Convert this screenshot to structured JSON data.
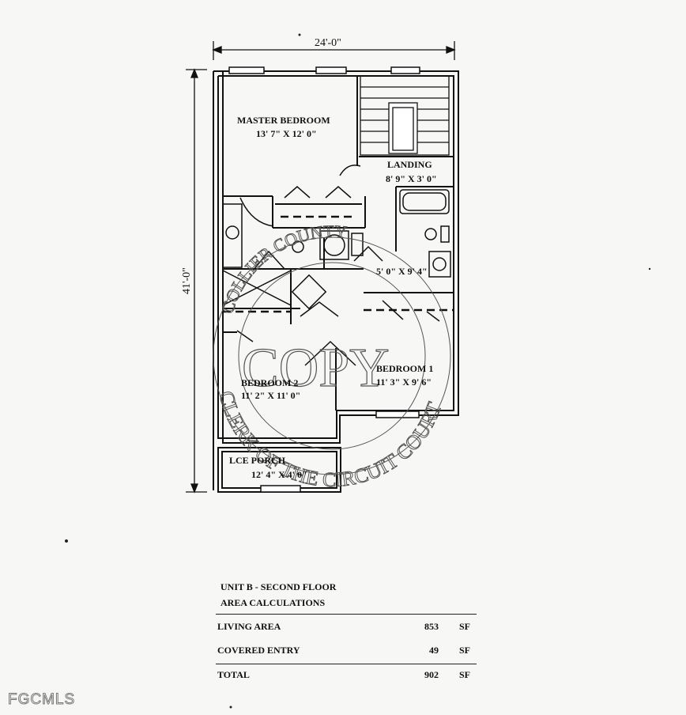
{
  "dimensions": {
    "width_label": "24'-0\"",
    "height_label": "41'-0\""
  },
  "rooms": {
    "master": {
      "name": "MASTER BEDROOM",
      "size": "13' 7\" X 12' 0\""
    },
    "landing": {
      "name": "LANDING",
      "size": "8' 9\" X 3' 0\""
    },
    "bath": {
      "size": "5' 0\" X 9' 4\""
    },
    "bedroom1": {
      "name": "BEDROOM 1",
      "size": "11' 3\" X 9' 6\""
    },
    "bedroom2": {
      "name": "BEDROOM 2",
      "size": "11' 2\" X 11' 0\""
    },
    "porch": {
      "name": "LCE PORCH",
      "size": "12' 4\" X 4' 0\""
    }
  },
  "stamp": {
    "center": "COPY",
    "top_arc": "COLLIER COUNTY",
    "bottom_arc": "CLERK OF THE CIRCUIT COURT"
  },
  "areas": {
    "title": "UNIT B - SECOND FLOOR",
    "subtitle": "AREA CALCULATIONS",
    "rows": [
      {
        "name": "LIVING AREA",
        "value": "853",
        "unit": "SF"
      },
      {
        "name": "COVERED ENTRY",
        "value": "49",
        "unit": "SF"
      }
    ],
    "total": {
      "name": "TOTAL",
      "value": "902",
      "unit": "SF"
    }
  },
  "watermark": "FGCMLS",
  "colors": {
    "ink": "#111111",
    "stamp": "#555555",
    "paper": "#f7f7f5"
  }
}
